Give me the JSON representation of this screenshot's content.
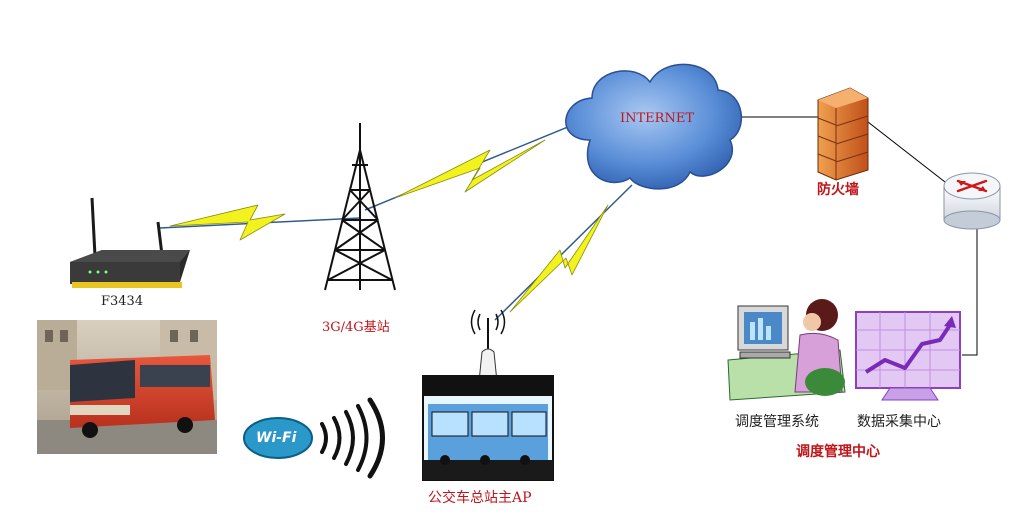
{
  "labels": {
    "router_model": "F3434",
    "base_station": "3G/4G基站",
    "internet": "INTERNET",
    "firewall": "防火墙",
    "bus_station_ap": "公交车总站主AP",
    "dispatch_system": "调度管理系统",
    "data_collection": "数据采集中心",
    "dispatch_center": "调度管理中心",
    "wifi_logo": "Wi-Fi"
  },
  "colors": {
    "label_red": "#c0151a",
    "lightning_yellow": "#f2f21e",
    "cloud_blue": "#5b8fd8",
    "firewall_orange": "#d0651a"
  },
  "icons": [
    "router-icon",
    "tower-icon",
    "cloud-icon",
    "firewall-icon",
    "core-router-icon",
    "bus-photo",
    "wifi-logo-icon",
    "access-point-icon",
    "operator-workstation-icon",
    "chart-monitor-icon"
  ]
}
